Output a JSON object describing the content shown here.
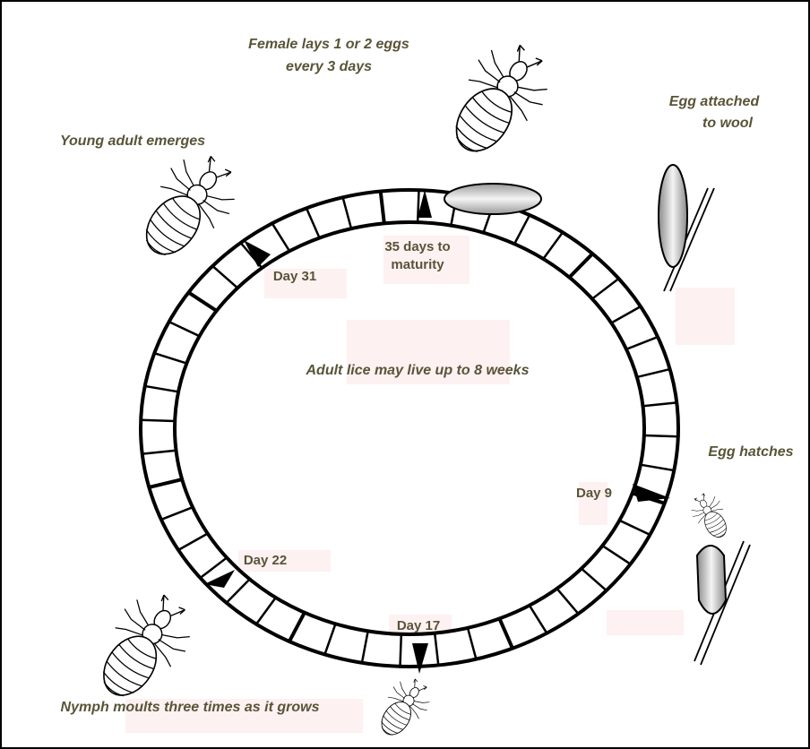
{
  "labels": {
    "female_line1": "Female lays 1 or 2 eggs",
    "female_line2": "every 3 days",
    "egg_attached_line1": "Egg attached",
    "egg_attached_line2": "to wool",
    "young_adult": "Young adult emerges",
    "egg_hatches": "Egg hatches",
    "nymph": "Nymph moults three times as it grows",
    "adult_center": "Adult lice may live up to 8 weeks"
  },
  "days": {
    "maturity_line1": "35 days to",
    "maturity_line2": "maturity",
    "day31": "Day 31",
    "day9": "Day 9",
    "day22": "Day 22",
    "day17": "Day 17"
  },
  "colors": {
    "label_text": "#595438",
    "highlight": "#fdf1f1",
    "ring": "#000000"
  },
  "icons": [
    "louse-icon",
    "egg-icon",
    "wool-fibre-icon",
    "arrow-marker-icon"
  ]
}
